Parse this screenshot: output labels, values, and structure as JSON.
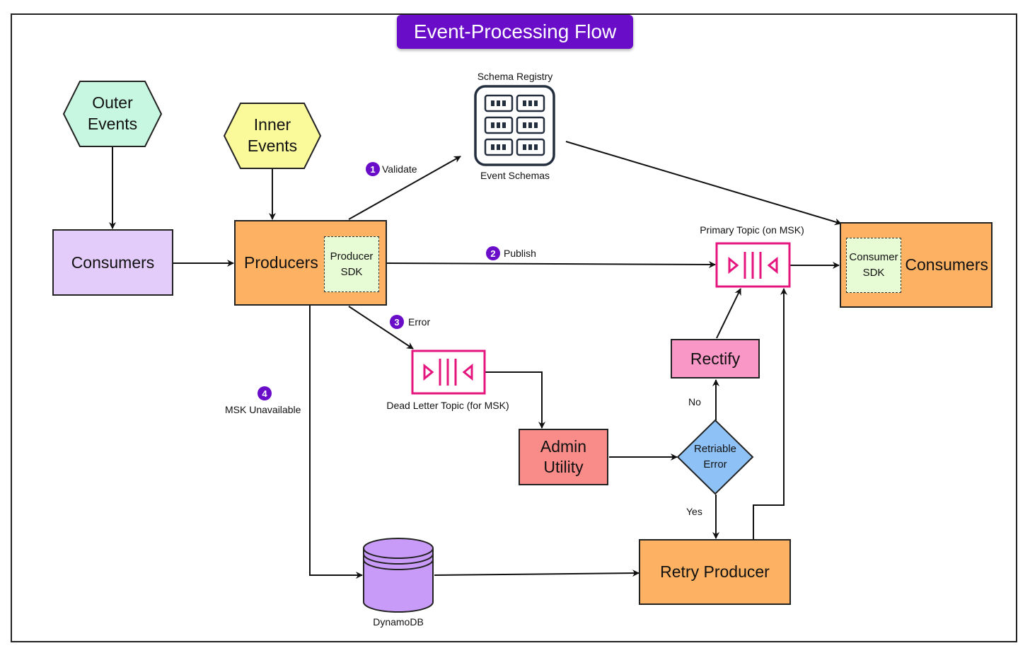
{
  "title": "Event-Processing Flow",
  "nodes": {
    "outer_events": "Outer\nEvents",
    "inner_events": "Inner\nEvents",
    "consumers_left": "Consumers",
    "producers": "Producers",
    "producer_sdk": "Producer\nSDK",
    "schema_registry_label": "Schema Registry",
    "event_schemas_label": "Event Schemas",
    "primary_topic_label": "Primary Topic (on MSK)",
    "consumer_sdk": "Consumer\nSDK",
    "consumers_right": "Consumers",
    "dead_letter_label": "Dead Letter Topic (for MSK)",
    "rectify": "Rectify",
    "admin_utility": "Admin\nUtility",
    "retriable_error": "Retriable\nError",
    "retry_producer": "Retry Producer",
    "dynamodb_label": "DynamoDB"
  },
  "edge_labels": {
    "validate": {
      "num": "1",
      "text": "Validate"
    },
    "publish": {
      "num": "2",
      "text": "Publish"
    },
    "error": {
      "num": "3",
      "text": "Error"
    },
    "msk_unavailable": {
      "num": "4",
      "text": "MSK Unavailable"
    },
    "no": "No",
    "yes": "Yes"
  },
  "colors": {
    "title_bg": "#6a0dc9",
    "outer_events": "#c8f7e1",
    "inner_events": "#fafa9b",
    "consumers_left": "#e3cbfa",
    "producers": "#fdb263",
    "sdk": "#e7fbd5",
    "topic": "#e6157e",
    "rectify": "#f997c6",
    "admin_utility": "#f98b88",
    "retriable_error": "#8ec2f7",
    "retry_producer": "#fdb263",
    "dynamodb": "#c99bf8",
    "schema_registry": "#232f3e"
  },
  "icons": {
    "schema_registry": "schema-registry-icon",
    "topic": "kafka-topic-icon",
    "dynamodb": "database-cylinder-icon"
  }
}
